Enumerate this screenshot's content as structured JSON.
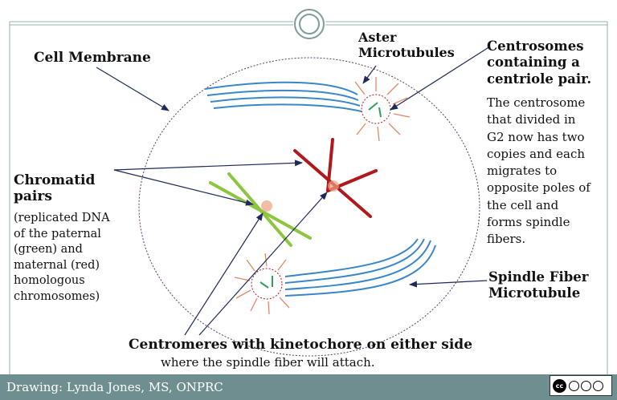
{
  "labels": {
    "cell_membrane": "Cell Membrane",
    "aster": [
      "Aster",
      "Microtubules"
    ],
    "centrosome_title": [
      "Centrosomes",
      "containing a",
      "centriole pair."
    ],
    "centrosome_desc": [
      "The centrosome",
      "that divided in",
      "G2 now has two",
      "copies and each",
      "migrates to",
      "opposite poles of",
      "the cell and",
      "forms spindle",
      "fibers."
    ],
    "chromatid_title": [
      "Chromatid",
      "pairs"
    ],
    "chromatid_desc": [
      "(replicated DNA",
      "of the paternal",
      "(green) and",
      "maternal (red)",
      "homologous",
      "chromosomes)"
    ],
    "spindle": [
      "Spindle Fiber",
      "Microtubule"
    ],
    "centromere_title": "Centromeres with kinetochore on either side",
    "centromere_sub": "where the spindle fiber will attach."
  },
  "footer": {
    "credit": "Drawing: Lynda Jones, MS, ONPRC",
    "license_badge": "cc"
  },
  "colors": {
    "paternal_chromatid": "#8cc63f",
    "maternal_chromatid": "#b0181c",
    "spindle_fiber": "#3a86c8",
    "aster_ray": "#e08a6a",
    "centriole": "#2f9e5a",
    "arrow": "#1f2a5a",
    "footer_bar": "#6e8e8f"
  }
}
